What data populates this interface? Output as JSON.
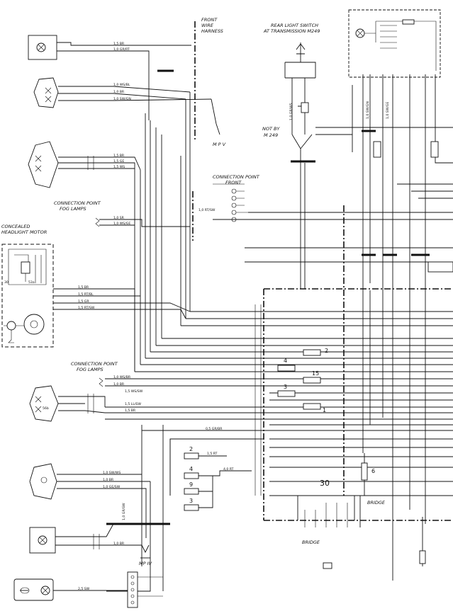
{
  "labels": {
    "front_wire_harness": [
      "FRONT",
      "WIRE",
      "HARNESS"
    ],
    "rear_light_switch": [
      "REAR LIGHT SWITCH",
      "AT TRANSMISSION M249"
    ],
    "not_by": [
      "NOT BY",
      "M 249"
    ],
    "mpv": "M P V",
    "connection_point_front": [
      "CONNECTION POINT",
      "FRONT"
    ],
    "connection_point_fog_top": [
      "CONNECTION POINT",
      "FOG LAMPS"
    ],
    "concealed_headlight_motor": [
      "CONCEALED",
      "HEADLIGHT MOTOR"
    ],
    "connection_point_fog_bottom": [
      "CONNECTION POINT",
      "FOG LAMPS"
    ],
    "bridge_right": "BRIDGE",
    "bridge_bottom": "BRIDGE",
    "mp_iv": "MP IV"
  },
  "numbers": {
    "fuse_2": "2",
    "fuse_4": "4",
    "fuse_15": "15",
    "fuse_3": "3",
    "fuse_1": "1",
    "relay_6": "6",
    "terminal_30": "30",
    "relay_2": "2",
    "relay_4": "4",
    "relay_9": "9",
    "relay_3": "3",
    "pin_30": "30",
    "pin_53a": "53a",
    "pin_56b": "56b"
  },
  "wires": {
    "w1": "1,5 BR",
    "w2": "1,0 GR/RT",
    "w3": "1,0 WS/BL",
    "w4": "1,0 BR",
    "w5": "1,0 SW/GN",
    "w6": "1,5 BR",
    "w7": "1,5 GE",
    "w8": "1,5 WS",
    "w9": "1,0 SR",
    "w10": "1,0 WS/GE",
    "w11": "1,5 BR",
    "w12": "1,5 RT/BL",
    "w13": "1,5 GR",
    "w14": "1,5 RT/SW",
    "w15": "1,0 WS/BR",
    "w16": "1,0 BR",
    "w17": "1,5 WS/SW",
    "w18": "1,5 LL/SW",
    "w19": "1,5 BR",
    "w20": "0,5 GR/BR",
    "w21": "1,0 SW/WS",
    "w22": "1,0 BR",
    "w23": "1,0 GE/SW",
    "w24": "1,0 BR",
    "w25": "2,5 SW",
    "w26": "1,5 RT",
    "w27": "4,0 RT",
    "w28": "1,0 RT/SW",
    "w29": "1,0 SW/GN",
    "w30": "1,0 SW/GE",
    "w31": "1,0 GR/SW",
    "w32": "1,0 GR/WS"
  }
}
